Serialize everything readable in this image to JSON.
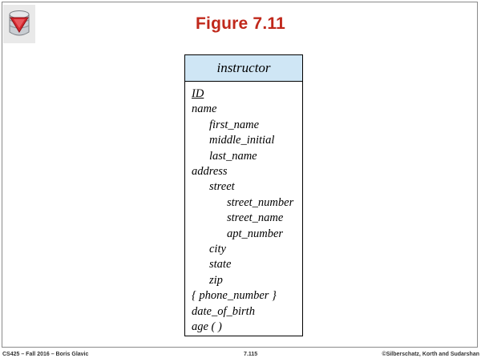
{
  "title": "Figure 7.11",
  "entity": {
    "name": "instructor",
    "attributes": [
      {
        "text": "ID",
        "level": 0,
        "key": true
      },
      {
        "text": "name",
        "level": 0,
        "key": false
      },
      {
        "text": "first_name",
        "level": 1,
        "key": false
      },
      {
        "text": "middle_initial",
        "level": 1,
        "key": false
      },
      {
        "text": "last_name",
        "level": 1,
        "key": false
      },
      {
        "text": "address",
        "level": 0,
        "key": false
      },
      {
        "text": "street",
        "level": 1,
        "key": false
      },
      {
        "text": "street_number",
        "level": 2,
        "key": false
      },
      {
        "text": "street_name",
        "level": 2,
        "key": false
      },
      {
        "text": "apt_number",
        "level": 2,
        "key": false
      },
      {
        "text": "city",
        "level": 1,
        "key": false
      },
      {
        "text": "state",
        "level": 1,
        "key": false
      },
      {
        "text": "zip",
        "level": 1,
        "key": false
      },
      {
        "text": "{ phone_number }",
        "level": 0,
        "key": false
      },
      {
        "text": "date_of_birth",
        "level": 0,
        "key": false
      },
      {
        "text": "age ( )",
        "level": 0,
        "key": false
      }
    ]
  },
  "footer": {
    "left": "CS425 – Fall 2016 – Boris Glavic",
    "center": "7.115",
    "right": "©Silberschatz, Korth and Sudarshan"
  },
  "colors": {
    "title": "#c0281b",
    "header_fill": "#cfe6f5"
  },
  "logo_icon": "database-cylinder-icon"
}
